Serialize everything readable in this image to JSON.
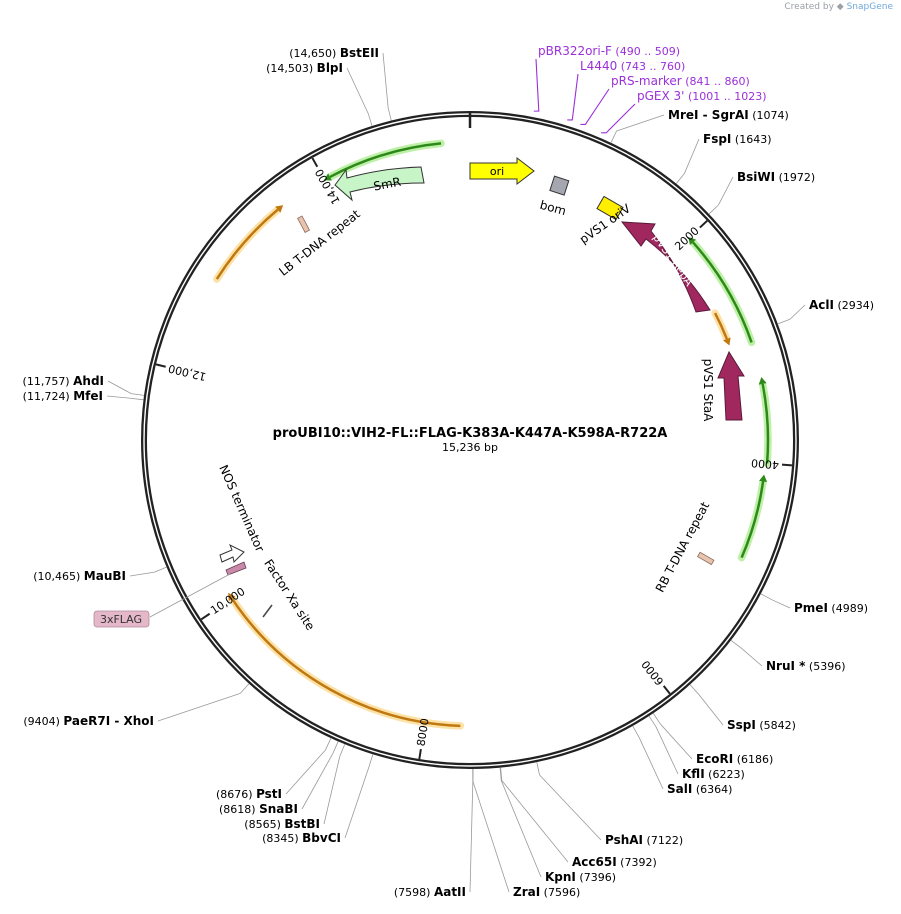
{
  "credit": {
    "created_by": "Created by",
    "brand": "SnapGene"
  },
  "plasmid": {
    "name": "proUBI10::VIH2-FL::FLAG-K383A-K447A-K598A-R722A",
    "size_label": "15,236 bp",
    "length": 15236
  },
  "ticks": [
    {
      "pos": 0,
      "label": ""
    },
    {
      "pos": 2000,
      "label": "2000"
    },
    {
      "pos": 4000,
      "label": "4000"
    },
    {
      "pos": 6000,
      "label": "6000"
    },
    {
      "pos": 8000,
      "label": "8000"
    },
    {
      "pos": 10000,
      "label": "10,000"
    },
    {
      "pos": 12000,
      "label": "12,000"
    },
    {
      "pos": 14000,
      "label": "14,000"
    }
  ],
  "sites": [
    {
      "name": "MreI",
      "name2": "SgrAI",
      "pos": 1074,
      "label": "(1074)",
      "side": "right"
    },
    {
      "name": "FspI",
      "pos": 1643,
      "label": "(1643)",
      "side": "right"
    },
    {
      "name": "BsiWI",
      "pos": 1972,
      "label": "(1972)",
      "side": "right"
    },
    {
      "name": "AclI",
      "pos": 2934,
      "label": "(2934)",
      "side": "right"
    },
    {
      "name": "PmeI",
      "pos": 4989,
      "label": "(4989)",
      "side": "right"
    },
    {
      "name": "NruI *",
      "pos": 5396,
      "label": "(5396)",
      "side": "right"
    },
    {
      "name": "SspI",
      "pos": 5842,
      "label": "(5842)",
      "side": "right"
    },
    {
      "name": "EcoRI",
      "pos": 6186,
      "label": "(6186)",
      "side": "right"
    },
    {
      "name": "KflI",
      "pos": 6223,
      "label": "(6223)",
      "side": "right"
    },
    {
      "name": "SalI",
      "pos": 6364,
      "label": "(6364)",
      "side": "right"
    },
    {
      "name": "PshAI",
      "pos": 7122,
      "label": "(7122)",
      "side": "right"
    },
    {
      "name": "Acc65I",
      "pos": 7392,
      "label": "(7392)",
      "side": "right"
    },
    {
      "name": "KpnI",
      "pos": 7396,
      "label": "(7396)",
      "side": "right"
    },
    {
      "name": "ZraI",
      "pos": 7596,
      "label": "(7596)",
      "side": "right"
    },
    {
      "name": "AatII",
      "pos": 7598,
      "label": "(7598)",
      "side": "left"
    },
    {
      "name": "BbvCI",
      "pos": 8345,
      "label": "(8345)",
      "side": "left"
    },
    {
      "name": "BstBI",
      "pos": 8565,
      "label": "(8565)",
      "side": "left"
    },
    {
      "name": "SnaBI",
      "pos": 8618,
      "label": "(8618)",
      "side": "left"
    },
    {
      "name": "PstI",
      "pos": 8676,
      "label": "(8676)",
      "side": "left"
    },
    {
      "name": "PaeR7I",
      "name2": "XhoI",
      "pos": 9404,
      "label": "(9404)",
      "side": "left"
    },
    {
      "name": "MauBI",
      "pos": 10465,
      "label": "(10,465)",
      "side": "left"
    },
    {
      "name": "MfeI",
      "pos": 11724,
      "label": "(11,724)",
      "side": "left"
    },
    {
      "name": "AhdI",
      "pos": 11757,
      "label": "(11,757)",
      "side": "left"
    },
    {
      "name": "BlpI",
      "pos": 14503,
      "label": "(14,503)",
      "side": "left"
    },
    {
      "name": "BstEII",
      "pos": 14650,
      "label": "(14,650)",
      "side": "left"
    }
  ],
  "primers": [
    {
      "name": "pBR322ori-F",
      "range": "(490 .. 509)",
      "pos": 500
    },
    {
      "name": "L4440",
      "range": "(743 .. 760)",
      "pos": 750
    },
    {
      "name": "pRS-marker",
      "range": "(841 .. 860)",
      "pos": 850
    },
    {
      "name": "pGEX 3'",
      "range": "(1001 .. 1023)",
      "pos": 1012
    }
  ],
  "features": [
    {
      "name": "ori",
      "color": "#ffff00"
    },
    {
      "name": "bom",
      "color": "#a6a6b0"
    },
    {
      "name": "pVS1 oriV",
      "color": "#ffee00"
    },
    {
      "name": "pVS1 RepA",
      "color": "#a0285f"
    },
    {
      "name": "pVS1 StaA",
      "color": "#a0285f"
    },
    {
      "name": "RB T-DNA repeat",
      "color": "#e8c4b0"
    },
    {
      "name": "SmR",
      "color": "#c8f5c8"
    },
    {
      "name": "LB T-DNA repeat",
      "color": "#e8c4b0"
    },
    {
      "name": "NOS terminator",
      "color": "#ffffff"
    },
    {
      "name": "Factor Xa site",
      "color": "#555555"
    },
    {
      "name": "3xFLAG",
      "color": "#e4b8c8"
    }
  ],
  "colors": {
    "orf_green": "#2d8a1a",
    "orf_green_glow": "#bff0a8",
    "orf_orange": "#c07810",
    "orf_orange_glow": "#fde2a8",
    "primer": "#9b30d9",
    "backbone": "#222222"
  }
}
